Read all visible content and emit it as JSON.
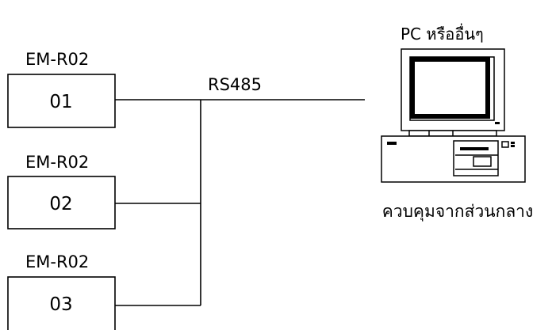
{
  "devices": [
    {
      "model": "EM-R02",
      "id": "01"
    },
    {
      "model": "EM-R02",
      "id": "02"
    },
    {
      "model": "EM-R02",
      "id": "03"
    }
  ],
  "bus": {
    "label": "RS485"
  },
  "pc": {
    "label": "PC หรืออื่นๆ",
    "caption": "ควบคุมจากส่วนกลาง",
    "icon": "desktop-computer-icon"
  },
  "colors": {
    "stroke": "#000000",
    "background": "#ffffff"
  }
}
